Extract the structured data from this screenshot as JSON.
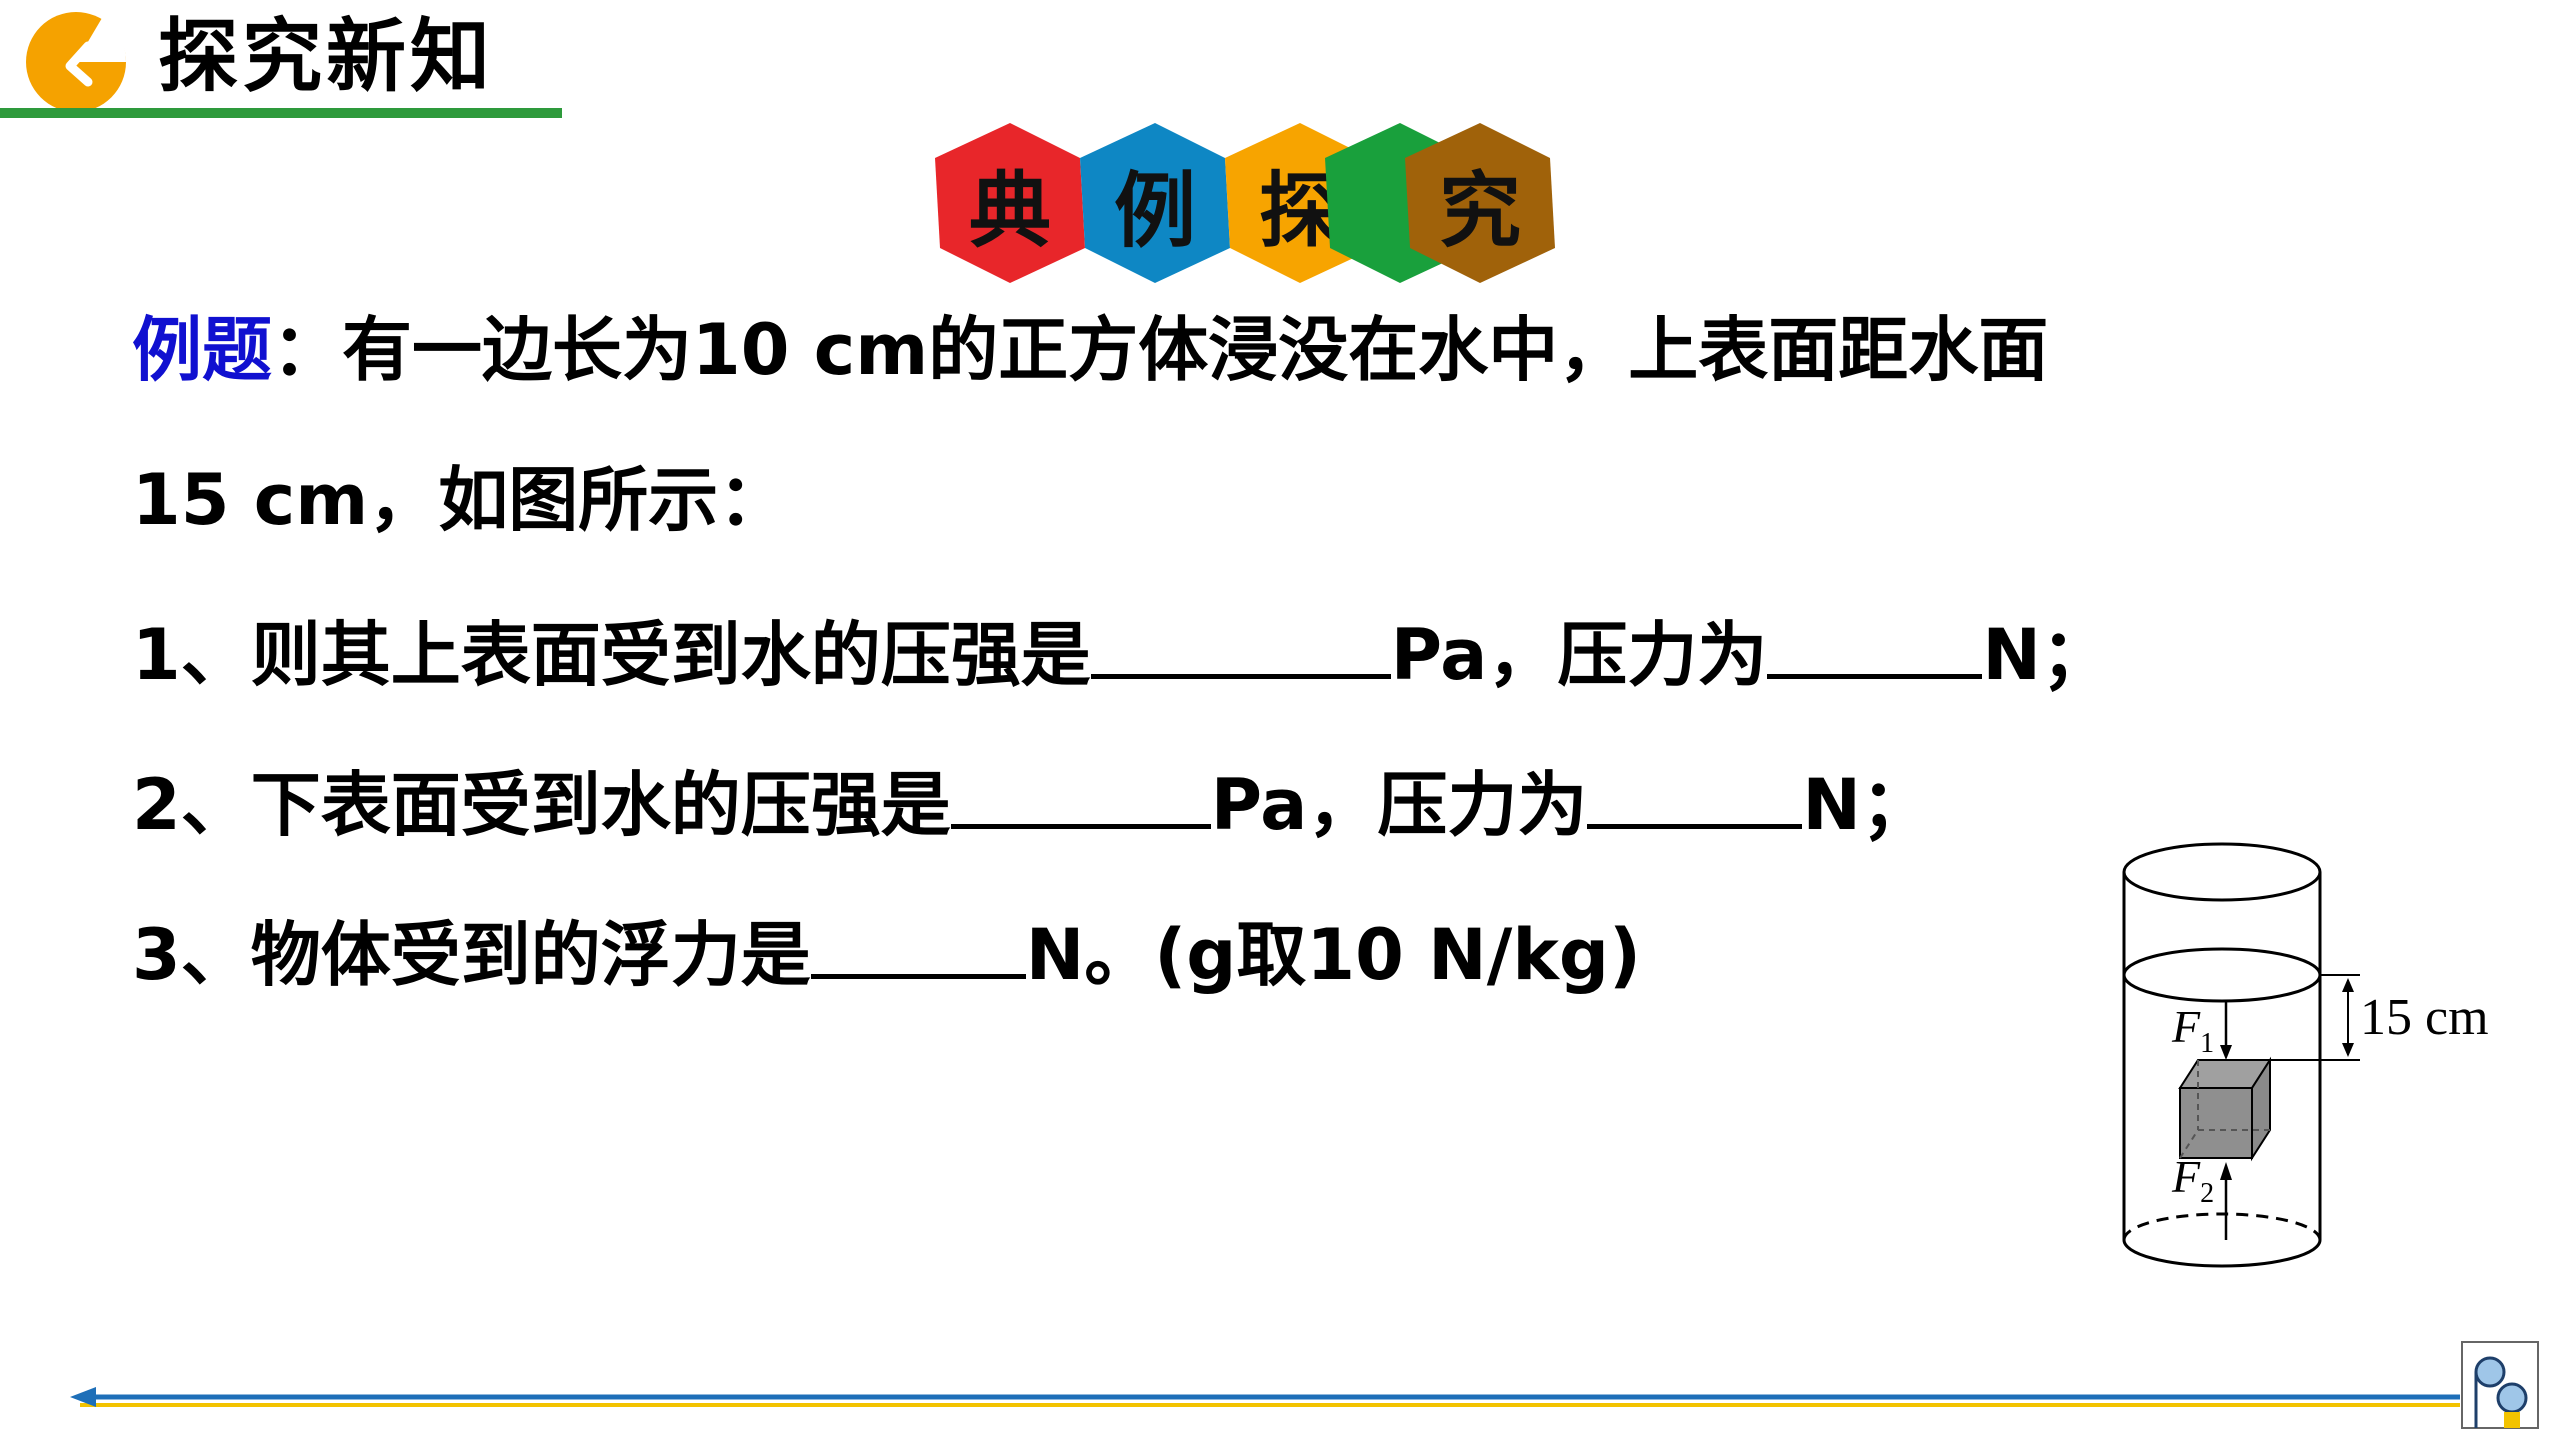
{
  "header": {
    "title": "探究新知",
    "logo_icon": "orange-pie-chevron-icon",
    "underline_color": "#2e9a3c"
  },
  "section_badges": [
    {
      "label": "典",
      "color": "#e8262a"
    },
    {
      "label": "例",
      "color": "#0e87c4"
    },
    {
      "label": "探",
      "color": "#f7a400"
    },
    {
      "label": "究",
      "color": "#a0620a"
    }
  ],
  "section_badges_extra": {
    "color_green": "#19a03c"
  },
  "problem": {
    "label": "例题",
    "intro_line1": "：有一边长为10 cm的正方体浸没在水中，上表面距水面",
    "intro_line2": "15 cm，如图所示：",
    "q1_a": "1、则其上表面受到水的压强是",
    "q1_b": "Pa，压力为",
    "q1_c": "N；",
    "q2_a": "2、下表面受到水的压强是",
    "q2_b": "Pa，压力为",
    "q2_c": "N；",
    "q3_a": "3、物体受到的浮力是",
    "q3_b": "N。(g取10 N/kg)"
  },
  "diagram": {
    "depth_label": "15 cm",
    "force_top": "F",
    "force_top_sub": "1",
    "force_bottom": "F",
    "force_bottom_sub": "2"
  },
  "footer": {
    "bar_color": "#1e6fb8",
    "accent_color": "#f3c300",
    "corner_icon": "reel-navigation-icon"
  }
}
